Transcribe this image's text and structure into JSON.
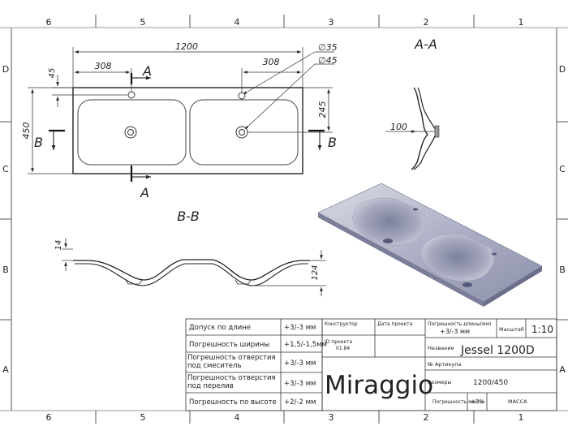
{
  "frame": {
    "top_numbers": [
      "6",
      "5",
      "4",
      "3",
      "2",
      "1"
    ],
    "bottom_numbers": [
      "6",
      "5",
      "4",
      "3",
      "2",
      "1"
    ],
    "left_letters": [
      "D",
      "C",
      "B",
      "A"
    ],
    "right_letters": [
      "D",
      "C",
      "B",
      "A"
    ]
  },
  "plan": {
    "width": "1200",
    "offset_left": "308",
    "offset_right": "308",
    "hole_d1": "∅35",
    "hole_d2": "∅45",
    "edge_45": "45",
    "depth": "450",
    "dim_245": "245",
    "mark_a": "A",
    "mark_b": "B"
  },
  "section_aa": {
    "title": "A-A",
    "dim": "100"
  },
  "section_bb": {
    "title": "B-B",
    "dim_14": "14",
    "dim_124": "124"
  },
  "tolerances": [
    {
      "label": "Допуск по длине",
      "value": "+3/-3 мм"
    },
    {
      "label": "Погрешность ширины",
      "value": "+1,5/-1,5мм"
    },
    {
      "label": "Погрешность отверстия под смеситель",
      "value": "+3/-3 мм"
    },
    {
      "label": "Погрешность отверстия под перелив",
      "value": "+3/-3 мм"
    },
    {
      "label": "Погрешность по высоте",
      "value": "+2/-2 мм"
    }
  ],
  "title_block": {
    "designer_label": "Конструктор",
    "project_date_label": "Дата проекта",
    "project_id_label": "ID проекта",
    "project_id": "01.84",
    "brand": "Miraggio",
    "length_tol_label": "Погрешность длины(мм)",
    "length_tol_value": "+3/-3 мм",
    "scale_label": "Масштаб",
    "scale": "1:10",
    "name_label": "Название",
    "name": "Jessel 1200D",
    "article_label": "№ Артикула",
    "size_label": "Размеры",
    "size": "1200/450",
    "mass_tol_label": "Погрешность массы",
    "mass_tol": "±3%",
    "mass_label": "МАССА"
  }
}
